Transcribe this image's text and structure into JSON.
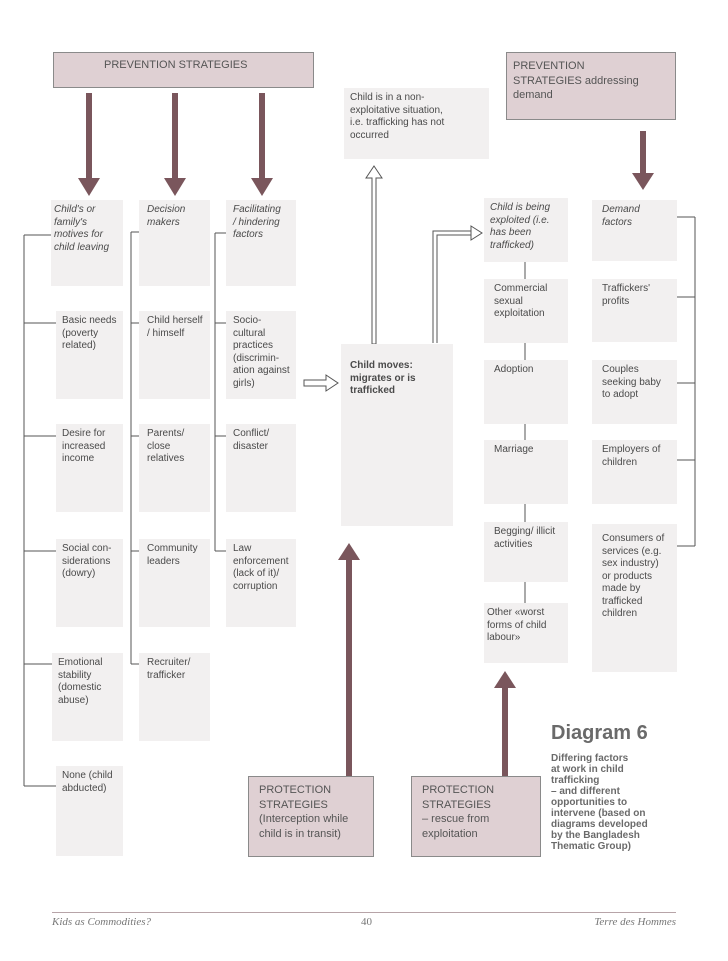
{
  "colors": {
    "arrow": "#7a565c",
    "box_pink": "#dfd0d3",
    "box_gray": "#f2f0f0",
    "line": "#555555"
  },
  "headers": {
    "prevention": "PREVENTION STRATEGIES",
    "prevention_demand": "PREVENTION\nSTRATEGIES addressing\ndemand"
  },
  "state_box": "Child is in a non-\nexploitative situation,\ni.e. trafficking has not\noccurred",
  "columns": {
    "motives": {
      "header": "Child's or\nfamily's\nmotives for\nchild leaving",
      "items": [
        "Basic needs\n(poverty\nrelated)",
        "Desire for\nincreased\nincome",
        "Social con-\nsiderations\n(dowry)",
        "Emotional\nstability\n(domestic\nabuse)",
        "None (child\nabducted)"
      ]
    },
    "decision": {
      "header": "Decision\nmakers",
      "items": [
        "Child herself\n/ himself",
        "Parents/\nclose\nrelatives",
        "Community\nleaders",
        "Recruiter/\ntrafficker"
      ]
    },
    "facilitating": {
      "header": "Facilitating\n/ hindering\nfactors",
      "items": [
        "Socio-\ncultural\npractices\n(discrimin-\nation against\ngirls)",
        "Conflict/\ndisaster",
        "Law\nenforcement\n(lack of it)/\ncorruption"
      ]
    },
    "exploited": {
      "header": "Child is being\nexploited (i.e.\nhas been\ntrafficked)",
      "items": [
        "Commercial\nsexual\nexploitation",
        "Adoption",
        "Marriage",
        "Begging/ illicit\nactivities",
        "Other «worst\nforms of child\nlabour»"
      ]
    },
    "demand": {
      "header": "Demand\nfactors",
      "items": [
        "Traffickers'\nprofits",
        "Couples\nseeking baby\nto adopt",
        "Employers of\nchildren",
        "Consumers of\nservices (e.g.\nsex industry)\nor products\nmade by\ntrafficked\nchildren"
      ]
    }
  },
  "child_moves": "Child moves:\nmigrates or is\ntrafficked",
  "protection": {
    "transit": "PROTECTION\nSTRATEGIES\n(Interception while\nchild is in transit)",
    "rescue": "PROTECTION\nSTRATEGIES\n– rescue from\nexploitation"
  },
  "diagram": {
    "title": "Diagram 6",
    "caption": "Differing factors\nat work in child\ntrafficking\n– and different\nopportunities to\nintervene (based on\ndiagrams developed\nby the Bangladesh\nThematic Group)"
  },
  "footer": {
    "left": "Kids as Commodities?",
    "page": "40",
    "right": "Terre des Hommes"
  }
}
